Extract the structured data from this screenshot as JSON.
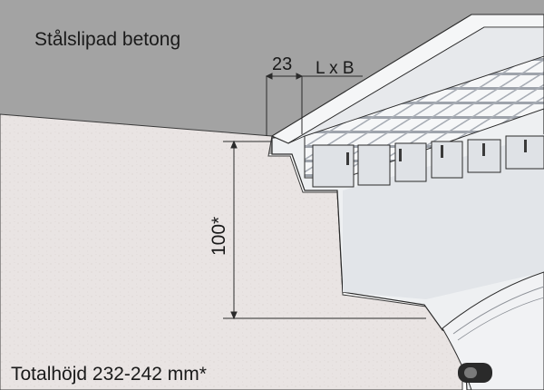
{
  "labels": {
    "surface_material": "Stålslipad betong",
    "flange_width": "23",
    "grate_size": "L x B",
    "depth": "100*",
    "total_height": "Totalhöjd 232-242 mm*"
  },
  "colors": {
    "top_surface": "#a3a3a3",
    "concrete": "#e9e4e3",
    "steel_light": "#f7f8f9",
    "steel_shade": "#c9ccd2",
    "line": "#2b2b2b",
    "text": "#1a1a1a"
  }
}
